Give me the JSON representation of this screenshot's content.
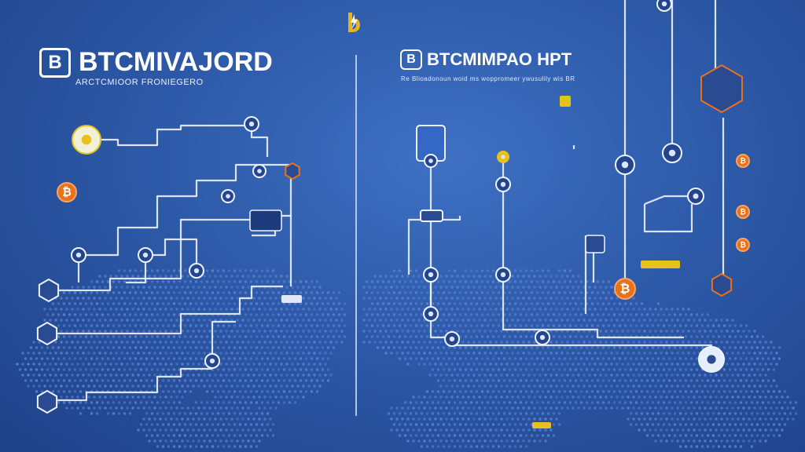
{
  "left_panel": {
    "logo_letter": "B",
    "title": "BTCMIVAJORD",
    "subtitle": "ARCTCMIOOR FRONIEGERO"
  },
  "right_panel": {
    "logo_letter": "B",
    "title": "BTCMIMPAO HPT",
    "subtitle": "Re Blioadonoun woid ms woppromeer ywusulily wis BR"
  },
  "top_logo": {
    "icon": "b-lightning-logo-icon",
    "color": "#e8b21a"
  },
  "colors": {
    "background": "#2d5aa8",
    "line": "#eef3ff",
    "accent_orange": "#e8721c",
    "accent_yellow": "#e8c21a",
    "map_dots": "#5a7fd0"
  },
  "icons": {
    "bitcoin": "bitcoin-coin-icon",
    "network_node": "network-node-icon",
    "cube": "blockchain-cube-icon",
    "server": "server-icon",
    "globe": "globe-icon"
  }
}
